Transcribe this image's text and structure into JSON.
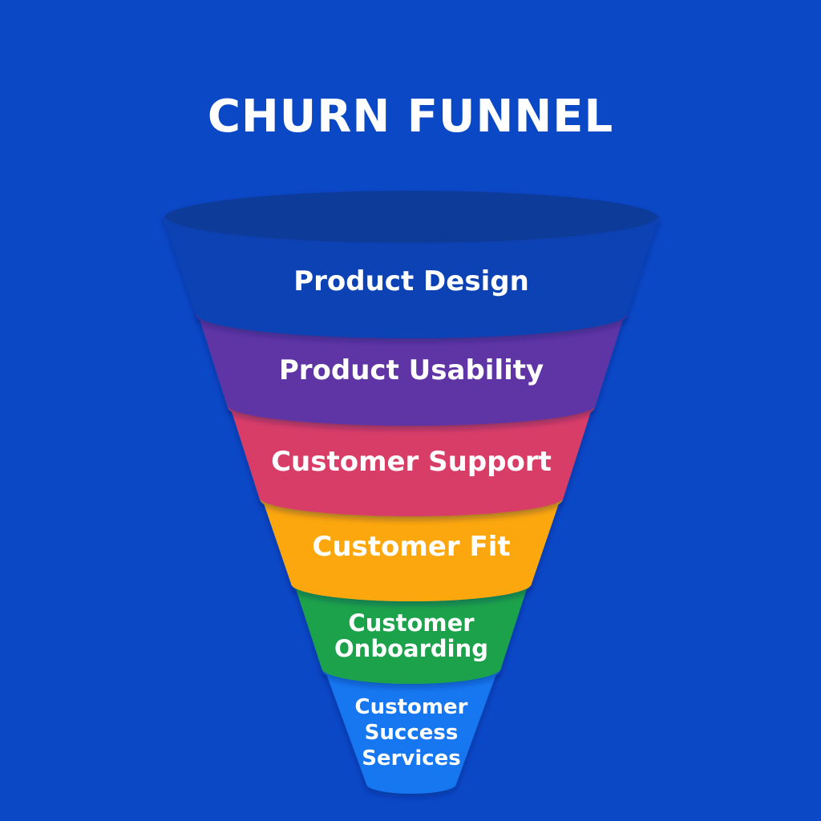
{
  "title": "CHURN FUNNEL",
  "colors": {
    "background": "#0b48c6"
  },
  "funnel": {
    "layers": [
      {
        "label": [
          "Product Design"
        ],
        "color": "#0d42b4",
        "rim": "#093a9a"
      },
      {
        "label": [
          "Product Usability"
        ],
        "color": "#5f34a6",
        "rim": "#4d2995"
      },
      {
        "label": [
          "Customer Support"
        ],
        "color": "#d83d68",
        "rim": "#be2f55"
      },
      {
        "label": [
          "Customer Fit"
        ],
        "color": "#fca70c",
        "rim": "#ee8b15"
      },
      {
        "label": [
          "Customer",
          "Onboarding"
        ],
        "color": "#1fa24b",
        "rim": "#178a3e"
      },
      {
        "label": [
          "Customer",
          "Success",
          "Services"
        ],
        "color": "#1677f0",
        "rim": "#1068d8"
      }
    ]
  }
}
